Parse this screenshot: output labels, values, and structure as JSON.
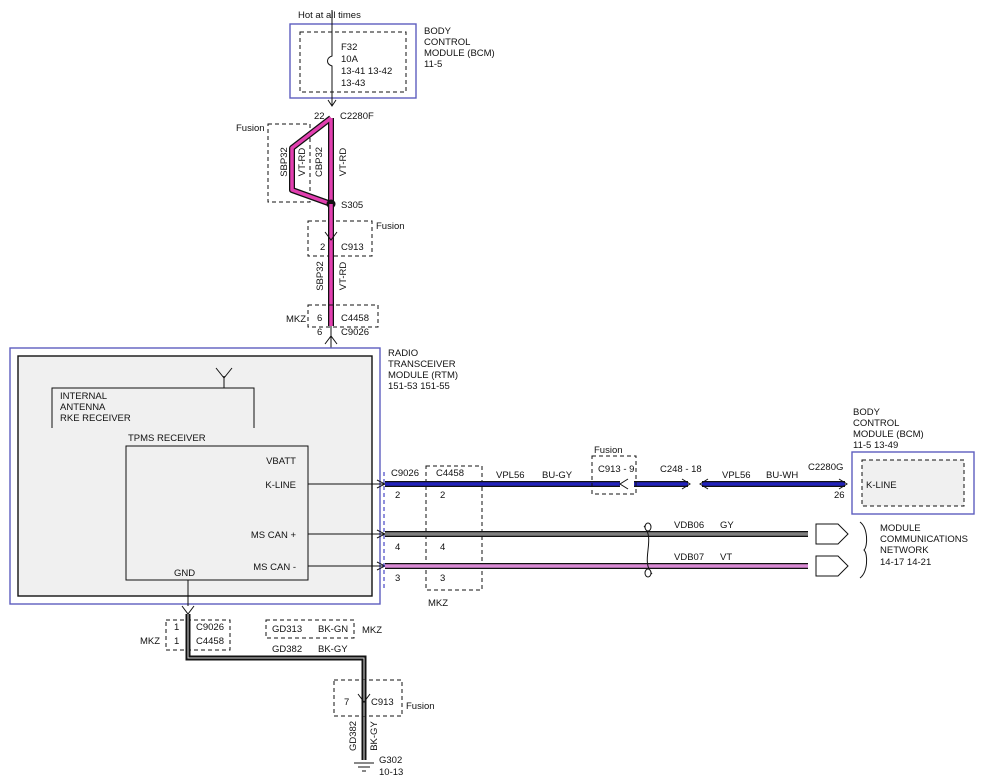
{
  "colors": {
    "vt_rd": "#e23fb0",
    "vpl_blue": "#2222bb",
    "gy": "#7f7f7f",
    "vt": "#d98ad4",
    "ground": "#111111",
    "module_border": "#5d5dbf",
    "module_fill": "#f0f0f0"
  },
  "top": {
    "hot_label": "Hot at all times",
    "bcm": {
      "line1": "BODY",
      "line2": "CONTROL",
      "line3": "MODULE (BCM)",
      "ref": "11-5"
    },
    "fuse": {
      "id": "F32",
      "rating": "10A",
      "refs1": "13-41  13-42",
      "refs2": "13-43"
    },
    "c2280f_pin": "22",
    "c2280f": "C2280F",
    "fusion1": "Fusion",
    "sbp32_left": "SBP32",
    "vtrd_left": "VT-RD",
    "cbp32": "CBP32",
    "vtrd_right": "VT-RD",
    "s305": "S305",
    "fusion2": "Fusion",
    "c913_pin": "2",
    "c913": "C913",
    "sbp32": "SBP32",
    "vtrd": "VT-RD",
    "mkz": "MKZ",
    "c4458_pin": "6",
    "c4458": "C4458",
    "c9026_pin": "6",
    "c9026": "C9026"
  },
  "rtm": {
    "line1": "RADIO",
    "line2": "TRANSCEIVER",
    "line3": "MODULE (RTM)",
    "refs": "151-53  151-55",
    "antenna1": "INTERNAL",
    "antenna2": "ANTENNA",
    "antenna3": "RKE RECEIVER",
    "tpms": "TPMS RECEIVER",
    "vbatt": "VBATT",
    "kline": "K-LINE",
    "mscan_plus": "MS CAN +",
    "mscan_minus": "MS CAN -",
    "gnd": "GND"
  },
  "right": {
    "c9026": "C9026",
    "c4458": "C4458",
    "pin_c9026_kline": "2",
    "pin_c4458_kline": "2",
    "pin_c9026_plus": "4",
    "pin_c4458_plus": "4",
    "pin_c9026_minus": "3",
    "pin_c4458_minus": "3",
    "mkz_bottom": "MKZ",
    "vpl56_1": "VPL56",
    "bugy": "BU-GY",
    "fusion": "Fusion",
    "c913_9": "C913 - 9",
    "c248_18": "C248 - 18",
    "vpl56_2": "VPL56",
    "buwh": "BU-WH",
    "c2280g": "C2280G",
    "pin26": "26",
    "bcm": {
      "line1": "BODY",
      "line2": "CONTROL",
      "line3": "MODULE (BCM)",
      "refs": "11-5     13-49",
      "kline": "K-LINE"
    },
    "vdb06": "VDB06",
    "gy": "GY",
    "vdb07": "VDB07",
    "vt": "VT",
    "mcn1": "MODULE",
    "mcn2": "COMMUNICATIONS",
    "mcn3": "NETWORK",
    "mcn_refs": "14-17   14-21"
  },
  "ground": {
    "c9026_pin": "1",
    "c9026": "C9026",
    "mkz": "MKZ",
    "c4458_pin": "1",
    "c4458": "C4458",
    "gd313": "GD313",
    "bkgn": "BK-GN",
    "mkz_right": "MKZ",
    "gd382": "GD382",
    "bkgy": "BK-GY",
    "c913_pin": "7",
    "c913": "C913",
    "fusion": "Fusion",
    "gd382_v": "GD382",
    "bkgy_v": "BK-GY",
    "g302": "G302",
    "g302_ref": "10-13"
  }
}
